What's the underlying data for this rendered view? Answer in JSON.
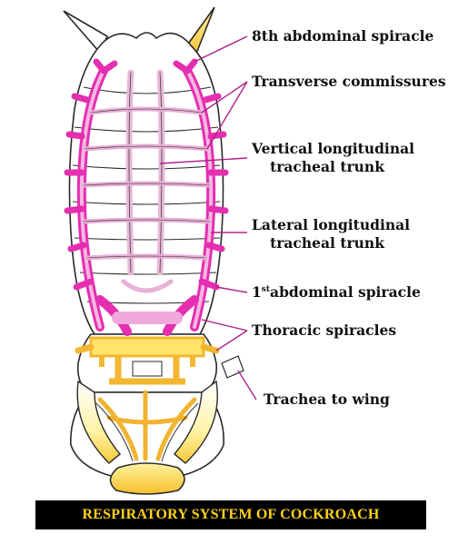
{
  "labels": {
    "abd8_spiracle": "8th abdominal spiracle",
    "transverse_commissures": "Transverse commissures",
    "vertical_trunk_1": "Vertical longitudinal",
    "vertical_trunk_2": "tracheal trunk",
    "lateral_trunk_1": "Lateral longitudinal",
    "lateral_trunk_2": "tracheal trunk",
    "abd1_num": "1",
    "abd1_sup": "st",
    "abd1_text": "abdominal spiracle",
    "thoracic_spiracles": "Thoracic spiracles",
    "trachea_wing": "Trachea to wing"
  },
  "caption": "RESPIRATORY SYSTEM OF COCKROACH",
  "colors": {
    "trachea": "#e52fb0",
    "trachea_fill": "#f0a8dc",
    "thoracic_tube": "#f2b730",
    "thoracic_fill": "#ffe36a",
    "outline": "#2a2a2a",
    "caption_bg": "#000000",
    "caption_text": "#ffd21a"
  }
}
